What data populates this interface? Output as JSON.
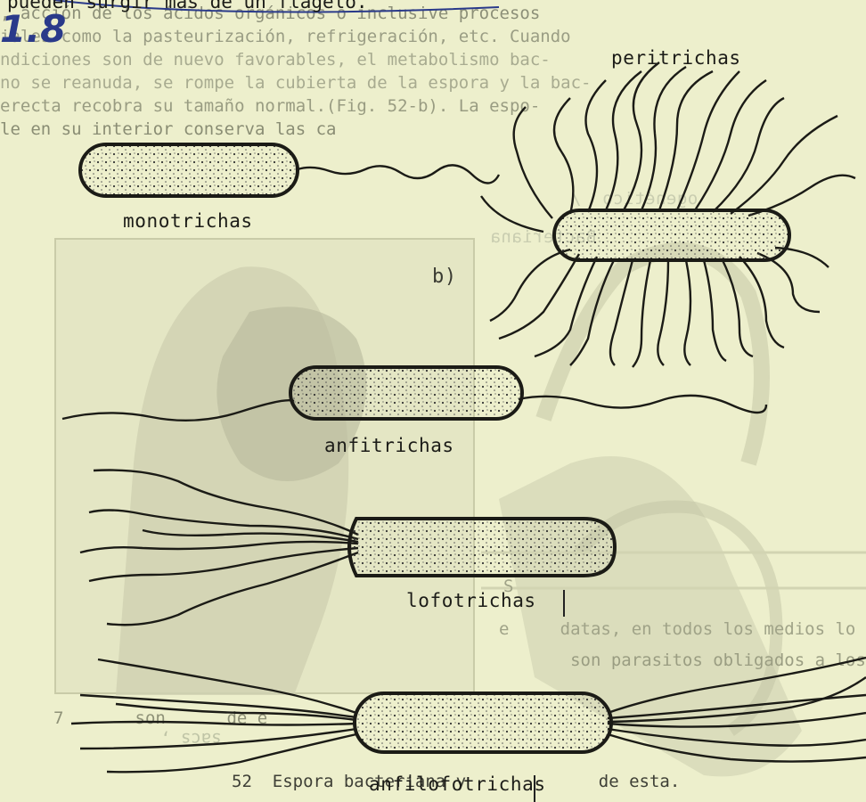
{
  "figure": {
    "handwritten_number": "1.8",
    "header_fragment": "pueden surgir más de un flagelo.",
    "flagellation_labels": {
      "monotrichous": "monotrichas",
      "peritrichous": "peritrichas",
      "amphitrichous": "anfitrichas",
      "lophotrichous": "lofotrichas",
      "amphilophotrichous": "anfilofotrichas"
    },
    "inset_label": "b)"
  },
  "background_text": {
    "lines": [
      ", acción de los ácidos orgánicos o inclusive procesos",
      "iales como la pasteurización, refrigeración, etc. Cuando",
      "ndiciones son de nuevo favorables, el metabolismo bac-",
      "no se reanuda, se rompe la cubierta de la espora y la bac-",
      "erecta recobra su tamaño normal.(Fig. 52-b). La espo-",
      "le en su interior conserva las ca"
    ],
    "lower_lines": [
      "S",
      "e     datas, en todos los medios lo",
      "       son parasitos obligados a los que",
      "7       son      de e"
    ],
    "caption_line": "52  Espora bacteriana y             de esta."
  },
  "colors": {
    "paper": "#edefcc",
    "ink": "#1c1c18",
    "handwriting_ink": "#2a3a8a"
  }
}
